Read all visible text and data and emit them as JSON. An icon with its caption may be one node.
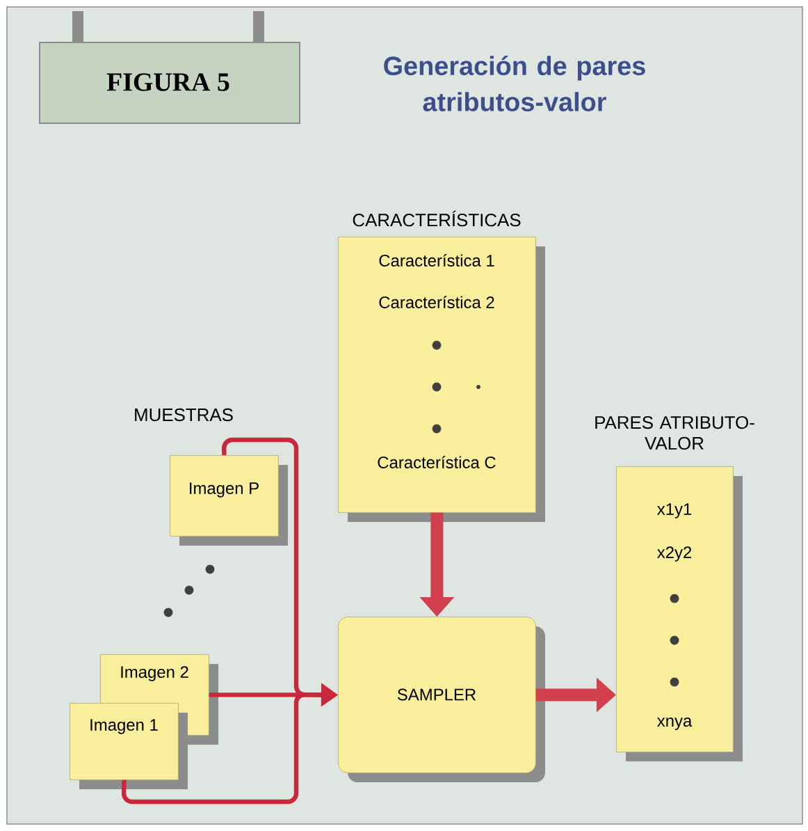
{
  "diagram": {
    "title": "Generación de pares atributos-valor",
    "nodes": [
      {
        "text": [
          "FIGURA 5"
        ]
      },
      {
        "text": [
          "CARACTERÍSTICAS",
          "Característica 1",
          "Característica 2",
          "Característica C"
        ]
      },
      {
        "text": [
          "Imagen P"
        ]
      },
      {
        "text": [
          "Imagen 2"
        ]
      },
      {
        "text": [
          "Imagen 1"
        ]
      },
      {
        "text": [
          "SAMPLER"
        ]
      },
      {
        "text": [
          "PARES ATRIBUTO-VALOR",
          "x1y1",
          "x2y2",
          "xnya"
        ]
      }
    ],
    "edges": [
      {
        "from": 2,
        "to": 5,
        "arrow": "to",
        "color": "#c8283a"
      },
      {
        "from": 3,
        "to": 5,
        "arrow": "to",
        "color": "#c8283a"
      },
      {
        "from": 4,
        "to": 5,
        "arrow": "to",
        "color": "#c8283a"
      },
      {
        "from": 1,
        "to": 5,
        "arrow": "to",
        "style": "thick",
        "color": "#d2404e"
      },
      {
        "from": 5,
        "to": 6,
        "arrow": "to",
        "style": "thick",
        "color": "#d2404e"
      }
    ],
    "labels": [
      "MUESTRAS"
    ]
  }
}
